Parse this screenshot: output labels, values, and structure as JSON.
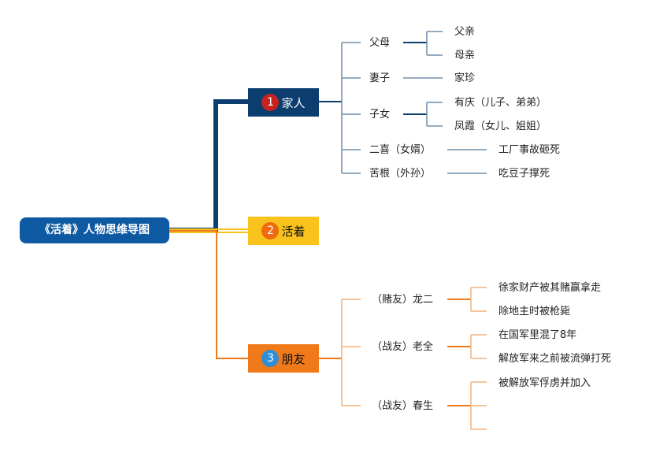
{
  "root": {
    "title": "《活着》人物思维导图"
  },
  "branches": {
    "family": {
      "num": "1",
      "label": "家人"
    },
    "living": {
      "num": "2",
      "label": "活着"
    },
    "friends": {
      "num": "3",
      "label": "朋友"
    }
  },
  "family": {
    "parents": {
      "label": "父母",
      "children": [
        "父亲",
        "母亲"
      ]
    },
    "wife": {
      "label": "妻子",
      "children": [
        "家珍"
      ]
    },
    "kids": {
      "label": "子女",
      "children": [
        "有庆（儿子、弟弟）",
        "凤霞（女儿、姐姐）"
      ]
    },
    "erxi": {
      "label": "二喜（女婿）",
      "children": [
        "工厂事故砸死"
      ]
    },
    "kugen": {
      "label": "苦根（外孙）",
      "children": [
        "吃豆子撑死"
      ]
    }
  },
  "friends": {
    "longer": {
      "label": "（赌友）龙二",
      "children": [
        "徐家财产被其赌赢拿走",
        "除地主时被枪毙"
      ]
    },
    "laoquan": {
      "label": "（战友）老全",
      "children": [
        "在国军里混了8年",
        "解放军来之前被流弹打死"
      ]
    },
    "chunsheng": {
      "label": "（战友）春生",
      "children": [
        "被解放军俘虏并加入"
      ]
    }
  },
  "colors": {
    "family_line": "#0b3d6e",
    "family_leaf_line": "#6f8eaa",
    "living_line": "#f9c21c",
    "friends_line": "#f07a1a",
    "friends_leaf_line": "#f4b27a",
    "root_fill": "#0d5aa2"
  }
}
